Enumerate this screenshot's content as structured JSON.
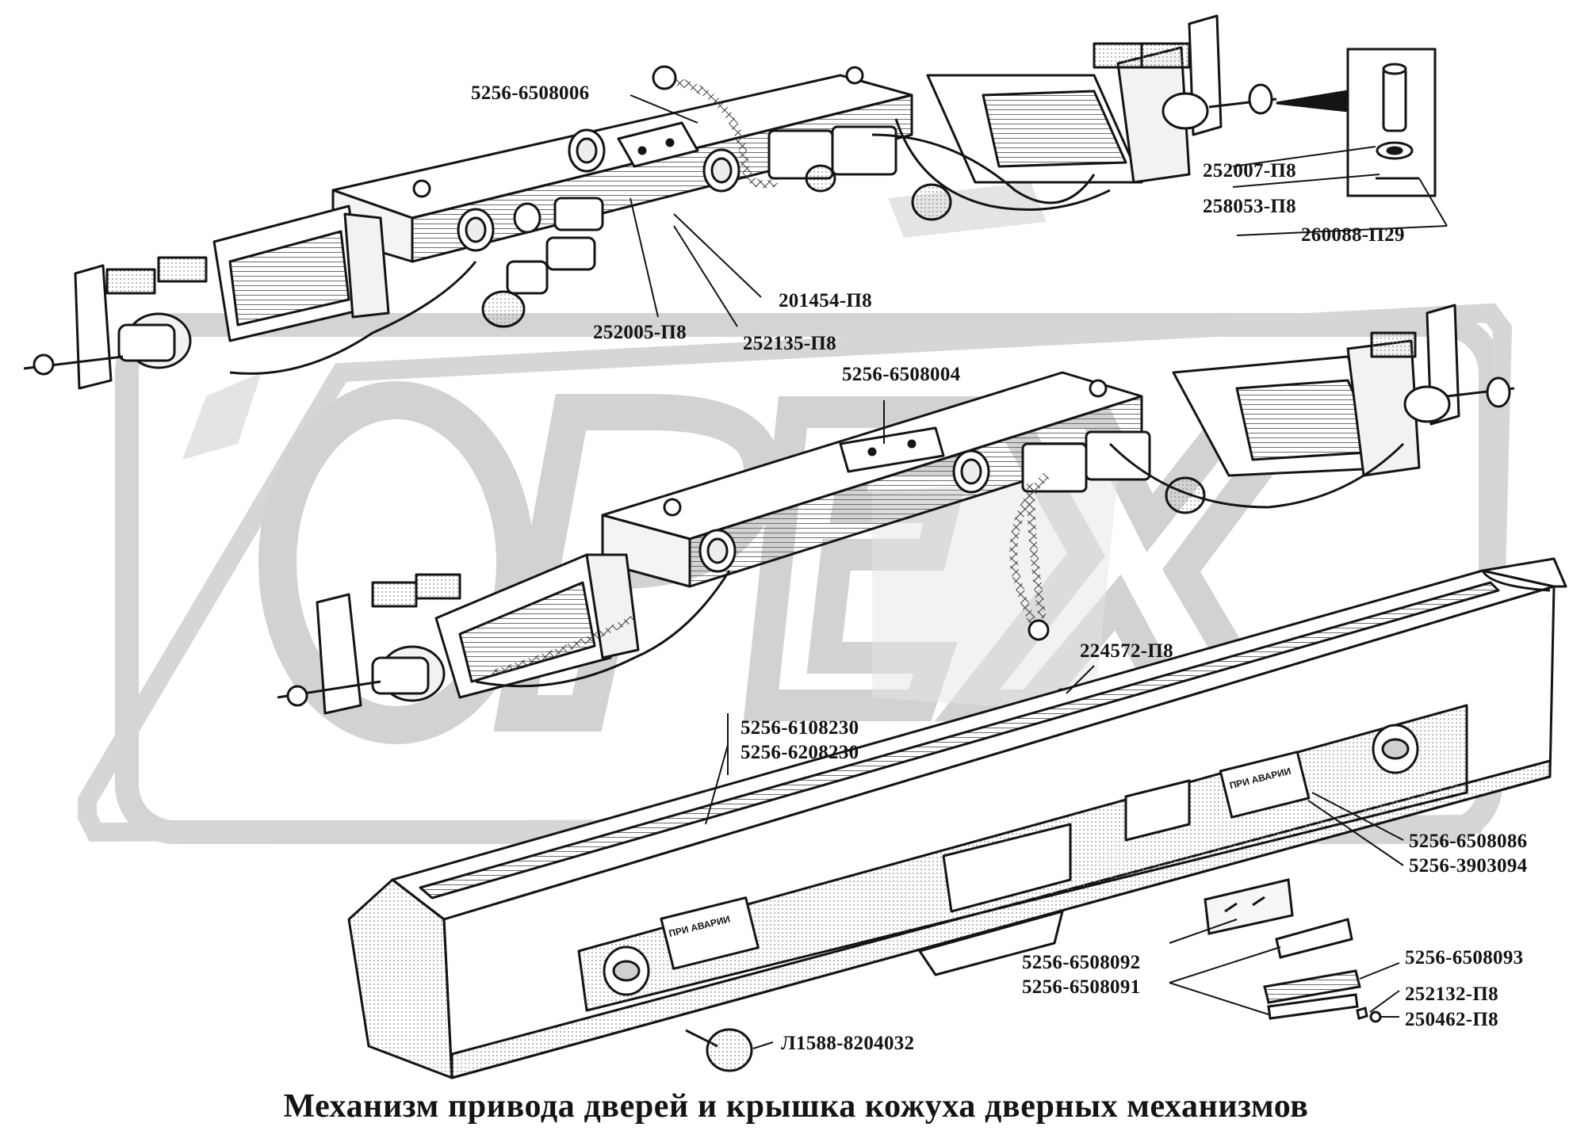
{
  "caption": "Механизм привода дверей и крышка кожуха дверных механизмов",
  "watermark": "OPEX",
  "panel_inscription": "ПРИ АВАРИИ",
  "parts": {
    "p6508006": "5256-6508006",
    "p252007": "252007-П8",
    "p258053": "258053-П8",
    "p260088": "260088-П29",
    "p201454": "201454-П8",
    "p252005": "252005-П8",
    "p252135": "252135-П8",
    "p6508004": "5256-6508004",
    "p224572": "224572-П8",
    "p6108230": "5256-6108230",
    "p6208230": "5256-6208230",
    "p6508086": "5256-6508086",
    "p3903094": "5256-3903094",
    "p6508092": "5256-6508092",
    "p6508091": "5256-6508091",
    "p6508093": "5256-6508093",
    "p252132": "252132-П8",
    "p250462": "250462-П8",
    "pL1588": "Л1588-8204032"
  },
  "colors": {
    "ink": "#141414",
    "watermark": "#d9d9d9",
    "paper": "#ffffff",
    "hatch": "#8a8a8a"
  }
}
